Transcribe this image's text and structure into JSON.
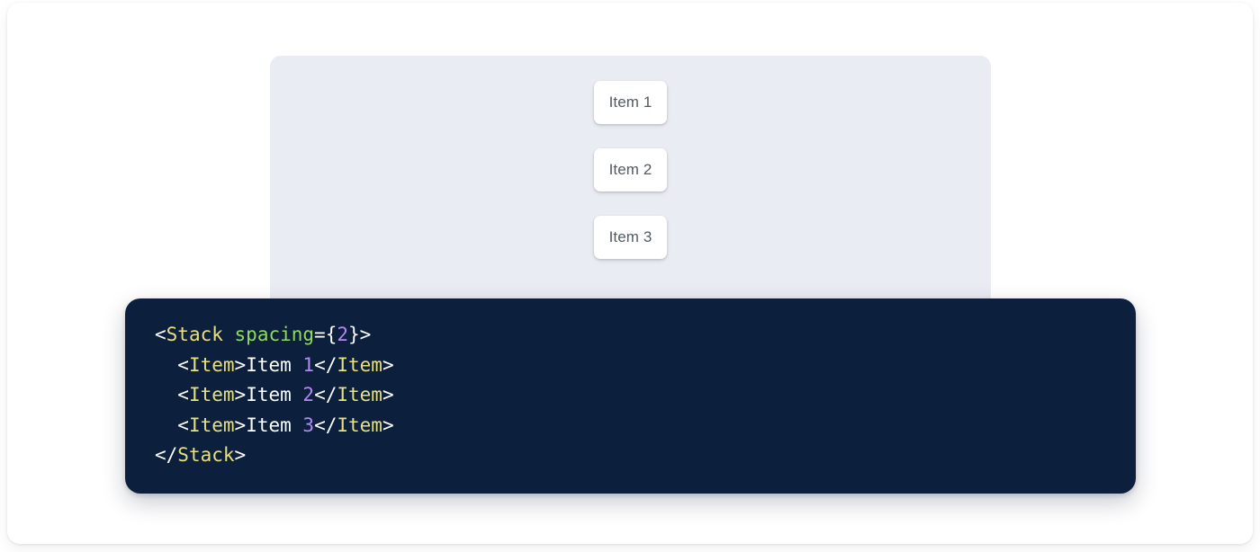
{
  "preview": {
    "panel_background": "#e9ecf2",
    "items": [
      {
        "label": "Item 1"
      },
      {
        "label": "Item 2"
      },
      {
        "label": "Item 3"
      }
    ]
  },
  "code_block": {
    "background": "#0c1f3d",
    "language": "jsx",
    "colors": {
      "punctuation": "#ffffff",
      "tag": "#e6e07f",
      "attribute": "#8fdb5c",
      "number": "#b089f2",
      "text": "#ffffff"
    },
    "plain_text": "<Stack spacing={2}>\n  <Item>Item 1</Item>\n  <Item>Item 2</Item>\n  <Item>Item 3</Item>\n</Stack>",
    "lines": [
      {
        "indent": "",
        "tokens": [
          {
            "t": "<",
            "k": "punc"
          },
          {
            "t": "Stack",
            "k": "tag"
          },
          {
            "t": " ",
            "k": "punc"
          },
          {
            "t": "spacing",
            "k": "attr"
          },
          {
            "t": "=",
            "k": "punc"
          },
          {
            "t": "{",
            "k": "punc"
          },
          {
            "t": "2",
            "k": "num"
          },
          {
            "t": "}",
            "k": "punc"
          },
          {
            "t": ">",
            "k": "punc"
          }
        ]
      },
      {
        "indent": "  ",
        "tokens": [
          {
            "t": "<",
            "k": "punc"
          },
          {
            "t": "Item",
            "k": "tag"
          },
          {
            "t": ">",
            "k": "punc"
          },
          {
            "t": "Item ",
            "k": "text"
          },
          {
            "t": "1",
            "k": "num"
          },
          {
            "t": "</",
            "k": "punc"
          },
          {
            "t": "Item",
            "k": "tag"
          },
          {
            "t": ">",
            "k": "punc"
          }
        ]
      },
      {
        "indent": "  ",
        "tokens": [
          {
            "t": "<",
            "k": "punc"
          },
          {
            "t": "Item",
            "k": "tag"
          },
          {
            "t": ">",
            "k": "punc"
          },
          {
            "t": "Item ",
            "k": "text"
          },
          {
            "t": "2",
            "k": "num"
          },
          {
            "t": "</",
            "k": "punc"
          },
          {
            "t": "Item",
            "k": "tag"
          },
          {
            "t": ">",
            "k": "punc"
          }
        ]
      },
      {
        "indent": "  ",
        "tokens": [
          {
            "t": "<",
            "k": "punc"
          },
          {
            "t": "Item",
            "k": "tag"
          },
          {
            "t": ">",
            "k": "punc"
          },
          {
            "t": "Item ",
            "k": "text"
          },
          {
            "t": "3",
            "k": "num"
          },
          {
            "t": "</",
            "k": "punc"
          },
          {
            "t": "Item",
            "k": "tag"
          },
          {
            "t": ">",
            "k": "punc"
          }
        ]
      },
      {
        "indent": "",
        "tokens": [
          {
            "t": "</",
            "k": "punc"
          },
          {
            "t": "Stack",
            "k": "tag"
          },
          {
            "t": ">",
            "k": "punc"
          }
        ]
      }
    ]
  }
}
